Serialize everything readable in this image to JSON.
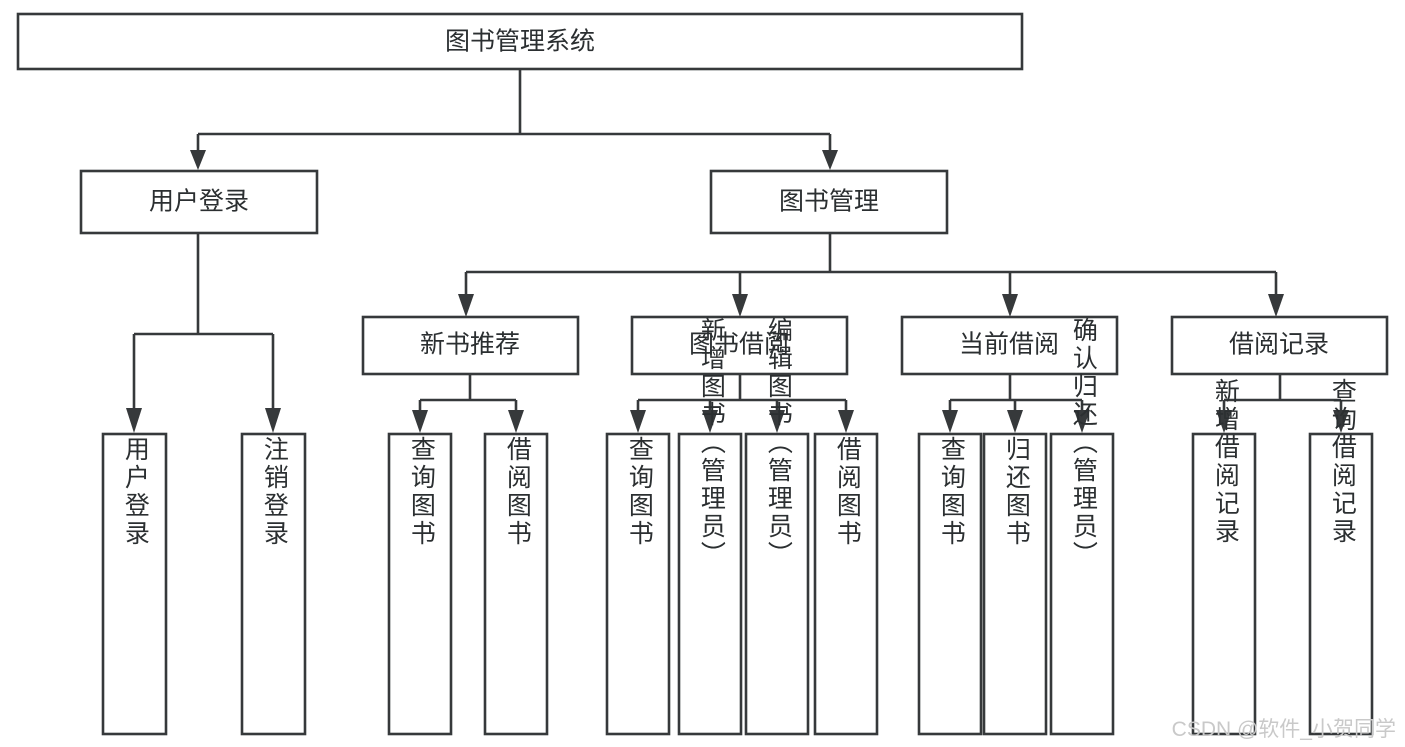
{
  "diagram": {
    "title": "图书管理系统",
    "type": "tree-hierarchy-diagram",
    "colors": {
      "stroke": "#36393b",
      "fill": "#ffffff",
      "text": "#2b2f31",
      "watermark": "#c9c9c9",
      "background": "#ffffff"
    },
    "root": {
      "label": "图书管理系统"
    },
    "level2": [
      {
        "label": "用户登录"
      },
      {
        "label": "图书管理"
      }
    ],
    "level3": [
      {
        "label": "新书推荐"
      },
      {
        "label": "图书借阅"
      },
      {
        "label": "当前借阅"
      },
      {
        "label": "借阅记录"
      }
    ],
    "leaves": {
      "user_login": [
        {
          "label": "用户登录"
        },
        {
          "label": "注销登录"
        }
      ],
      "new_book_recommend": [
        {
          "label": "查询图书"
        },
        {
          "label": "借阅图书"
        }
      ],
      "book_borrow": [
        {
          "label": "查询图书"
        },
        {
          "label": "新增图书（管理员）"
        },
        {
          "label": "编辑图书（管理员）"
        },
        {
          "label": "借阅图书"
        }
      ],
      "current_borrow": [
        {
          "label": "查询图书"
        },
        {
          "label": "归还图书"
        },
        {
          "label": "确认归还（管理员）"
        }
      ],
      "borrow_record": [
        {
          "label": "新增借阅记录"
        },
        {
          "label": "查询借阅记录"
        }
      ]
    }
  },
  "watermark": {
    "text": "CSDN @软件_小贺同学"
  }
}
